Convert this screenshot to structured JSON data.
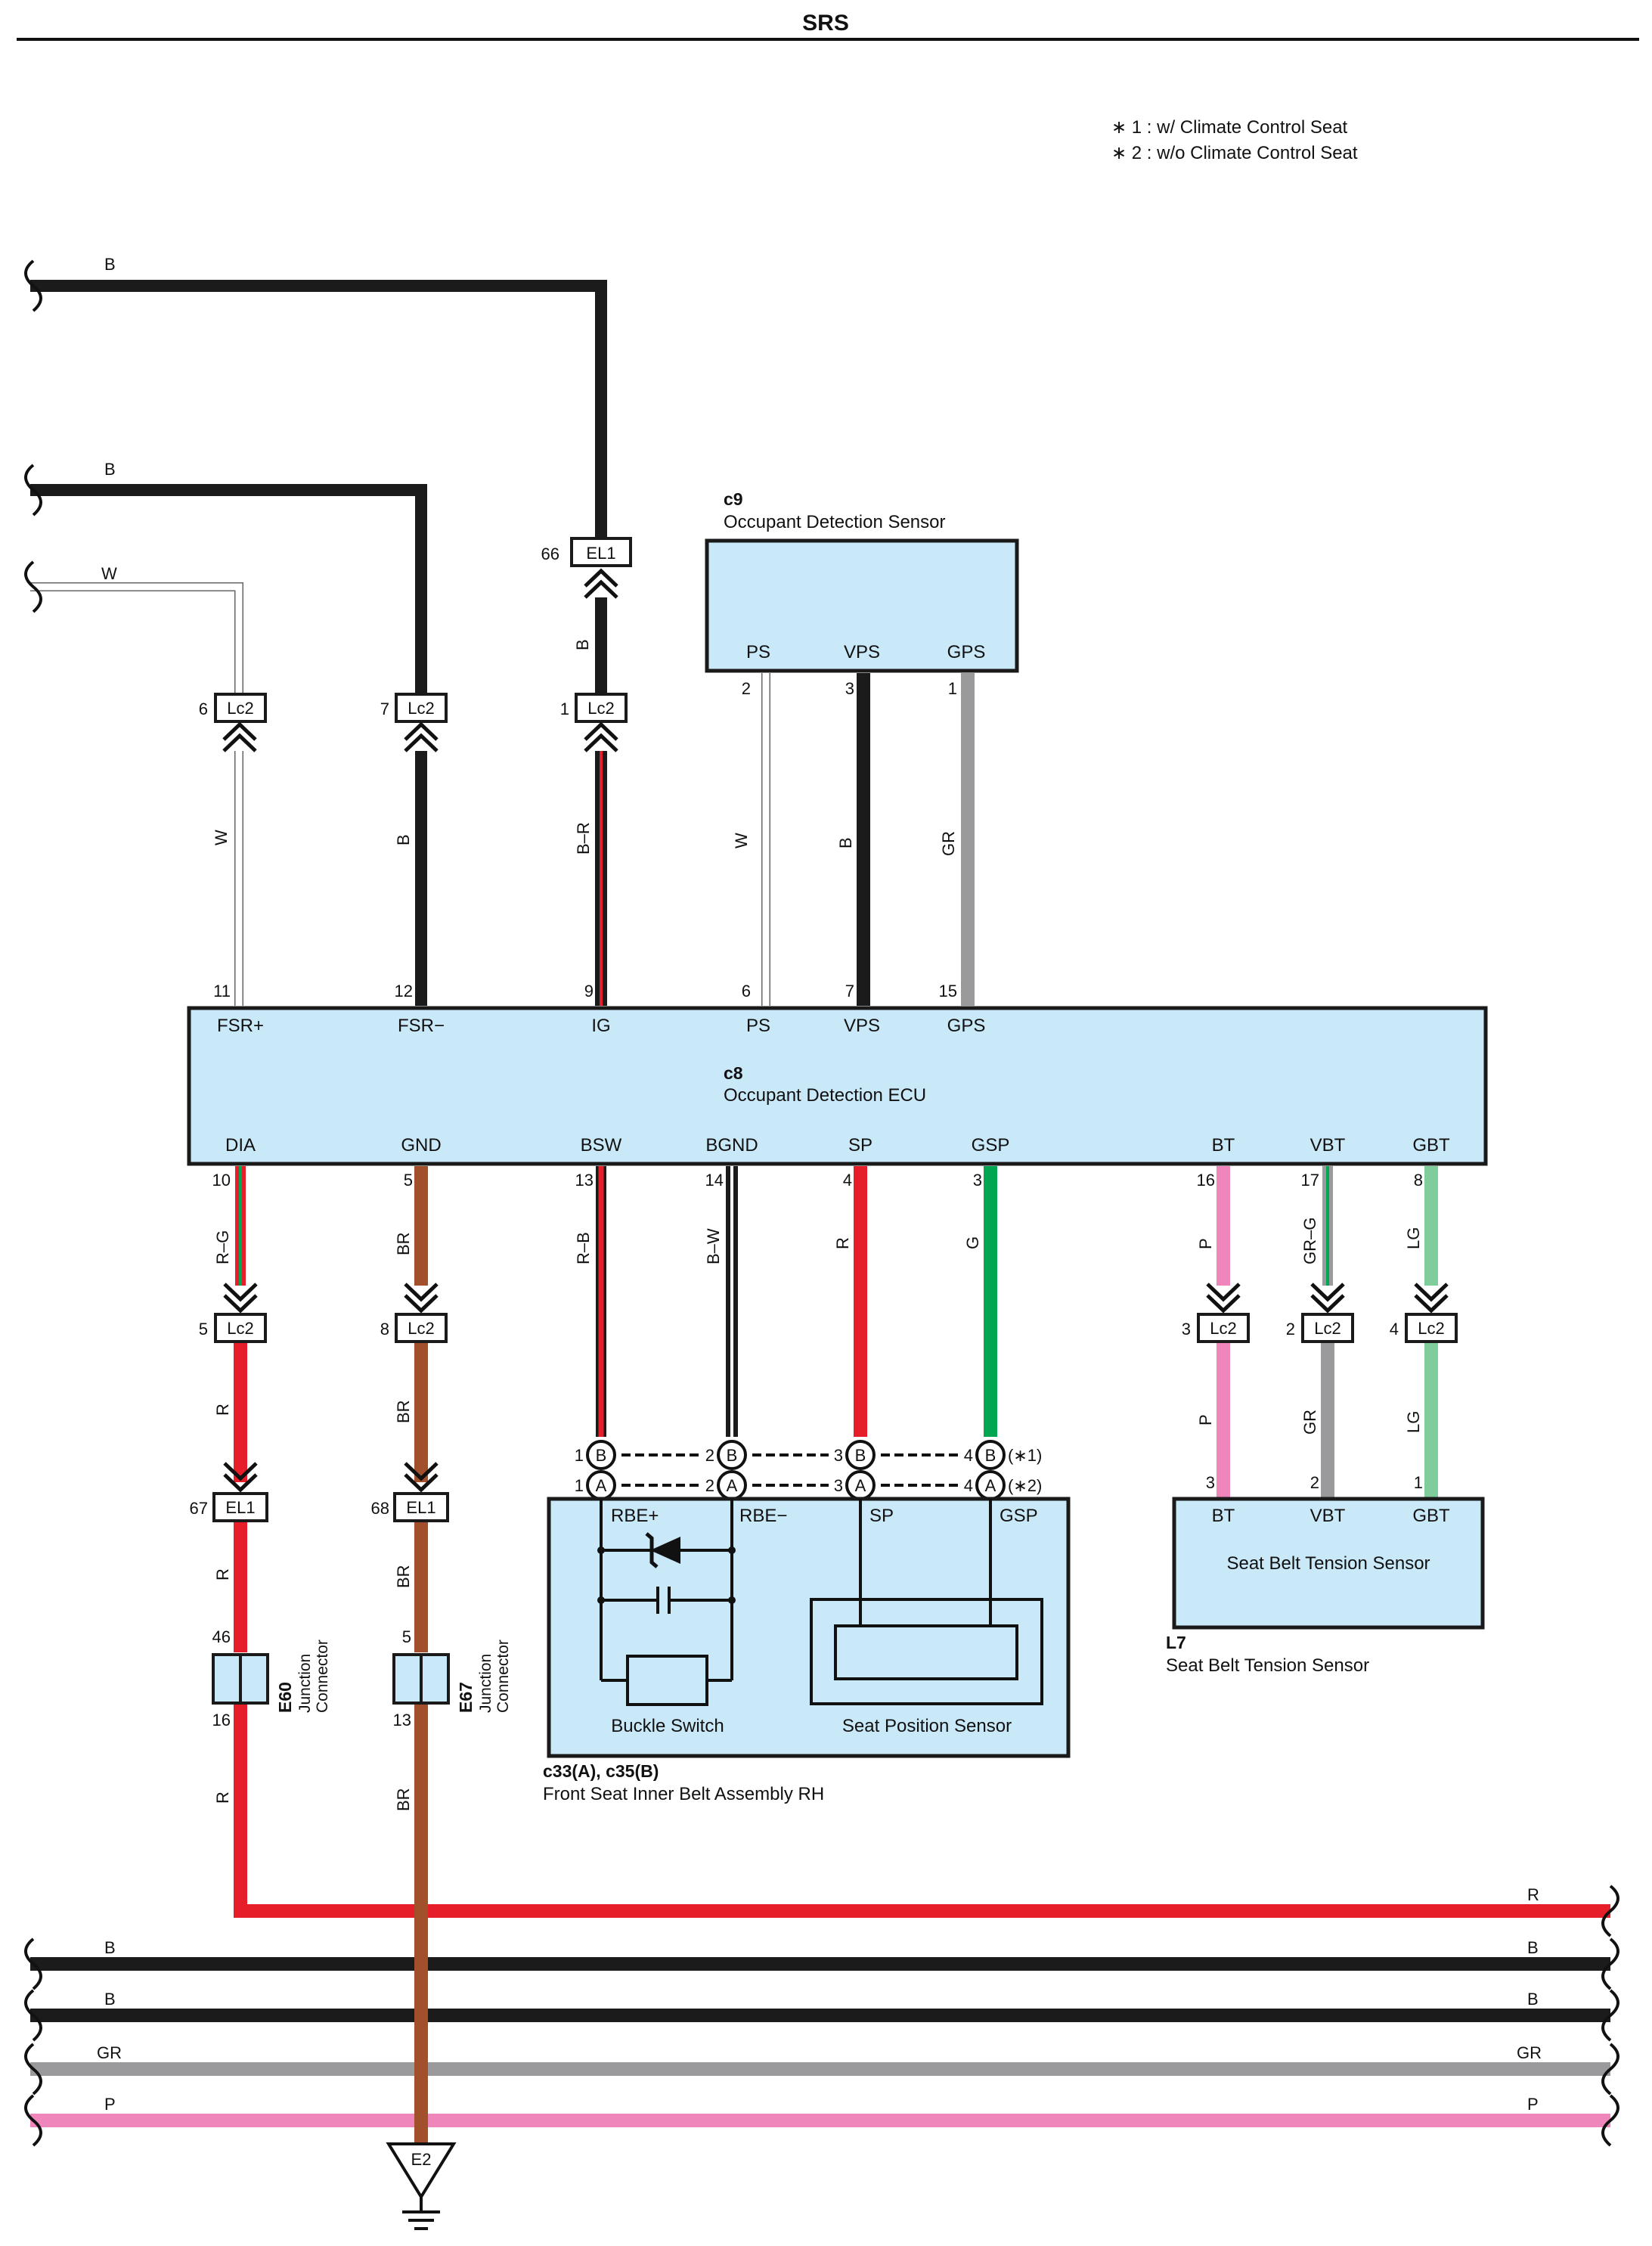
{
  "header": {
    "title": "SRS"
  },
  "notes": [
    "∗ 1 : w/ Climate Control Seat",
    "∗ 2 : w/o Climate Control Seat"
  ],
  "colors": {
    "B": "#1b1b1b",
    "W": "#ffffff",
    "GR": "#9a9a9c",
    "R": "#e61e2a",
    "BR": "#a24f2c",
    "G": "#00a651",
    "P": "#ef86bb",
    "LG": "#7fcd9a",
    "box_fill": "#c9e8f8"
  },
  "components": {
    "c9": {
      "id": "c9",
      "name": "Occupant Detection Sensor",
      "terminals": [
        "PS",
        "VPS",
        "GPS"
      ],
      "pins": [
        "2",
        "3",
        "1"
      ]
    },
    "c8": {
      "id": "c8",
      "name": "Occupant Detection ECU",
      "top_terminals": [
        "FSR+",
        "FSR−",
        "IG",
        "PS",
        "VPS",
        "GPS"
      ],
      "top_pins": [
        "11",
        "12",
        "9",
        "6",
        "7",
        "15"
      ],
      "bottom_terminals": [
        "DIA",
        "GND",
        "BSW",
        "BGND",
        "SP",
        "GSP",
        "BT",
        "VBT",
        "GBT"
      ],
      "bottom_pins": [
        "10",
        "5",
        "13",
        "14",
        "4",
        "3",
        "16",
        "17",
        "8"
      ]
    },
    "belt": {
      "id": "c33(A), c35(B)",
      "name": "Front Seat Inner Belt Assembly RH",
      "terminals": [
        "RBE+",
        "RBE−",
        "SP",
        "GSP"
      ],
      "buckle": "Buckle Switch",
      "seat_pos": "Seat Position Sensor",
      "conn_b": "B",
      "conn_a": "A",
      "pins": [
        "1",
        "2",
        "3",
        "4"
      ],
      "note_b": "(∗1)",
      "note_a": "(∗2)"
    },
    "l7": {
      "id": "L7",
      "name": "Seat Belt Tension Sensor",
      "inner": "Seat Belt Tension Sensor",
      "terminals": [
        "BT",
        "VBT",
        "GBT"
      ],
      "pins": [
        "3",
        "2",
        "1"
      ]
    },
    "e60": {
      "id": "E60",
      "name": "Junction Connector",
      "pin_top": "46",
      "pin_bottom": "16"
    },
    "e67": {
      "id": "E67",
      "name": "Junction Connector",
      "pin_top": "5",
      "pin_bottom": "13"
    },
    "ground": {
      "id": "E2"
    }
  },
  "connectors": {
    "el1": "EL1",
    "lc2": "Lc2",
    "lc2_top_pins": [
      "6",
      "7",
      "1"
    ],
    "lc2_bottom_pins": [
      "5",
      "8",
      "3",
      "2",
      "4"
    ],
    "el1_pins": {
      "ig": "66",
      "dia": "67",
      "gnd": "68"
    }
  },
  "wires": {
    "left_in": [
      "B",
      "B",
      "W"
    ],
    "upper_vertical": [
      "W",
      "B",
      "B–R",
      "B",
      "W",
      "B",
      "GR"
    ],
    "lower_vertical": [
      "R–G",
      "BR",
      "R–B",
      "B–W",
      "R",
      "G",
      "P",
      "GR–G",
      "LG"
    ],
    "below_lc2": [
      "R",
      "BR",
      "P",
      "GR",
      "LG"
    ],
    "below_el1": [
      "R",
      "BR"
    ],
    "below_junction": [
      "R",
      "BR"
    ],
    "bottom_bus": [
      "R",
      "B",
      "B",
      "GR",
      "P"
    ]
  }
}
